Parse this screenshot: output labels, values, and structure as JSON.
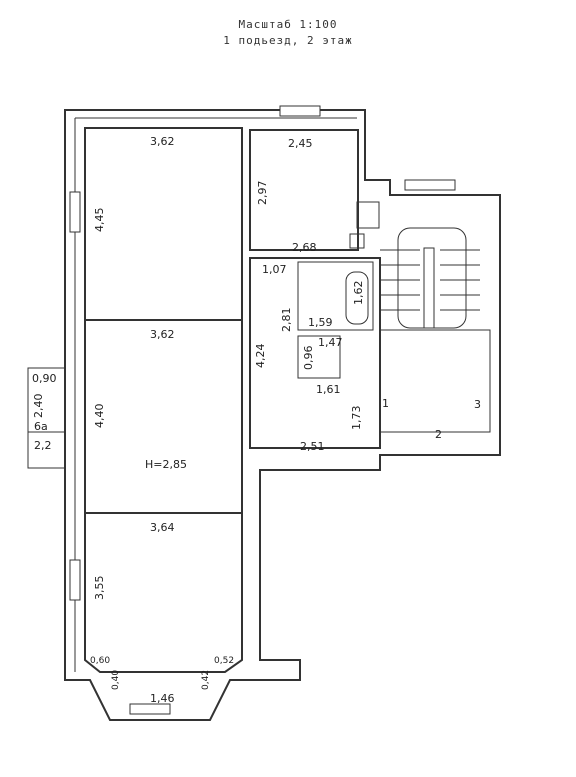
{
  "header": {
    "scale": "Масштаб 1:100",
    "floor": "1 подьезд, 2 этаж"
  },
  "rooms": {
    "r1": {
      "width": "3,62",
      "height": "4,45"
    },
    "r2": {
      "width": "3,62",
      "height": "4,40",
      "ceiling": "H=2,85"
    },
    "r3": {
      "width": "3,64",
      "height": "3,55"
    },
    "kitchen": {
      "width": "2,45",
      "height": "2,97",
      "bottom": "2,68"
    },
    "corridor": {
      "width": "1,07",
      "height": "4,24",
      "segment": "2,81",
      "bottom": "2,51"
    },
    "bath": {
      "width": "1,59",
      "tub": "1,62"
    },
    "wc": {
      "width": "1,47",
      "height": "0,96",
      "bottom": "1,61"
    },
    "entry": {
      "height": "1,73"
    }
  },
  "balcony": {
    "width": "0,90",
    "depth": "2,40",
    "label_top": "6а",
    "label_bottom": "2,2"
  },
  "bay": {
    "left_top": "0,60",
    "left_side": "0,40",
    "right_side": "0,42",
    "right_top": "0,52",
    "front": "1,46"
  },
  "stair_marks": {
    "a": "1",
    "b": "2",
    "c": "3"
  }
}
